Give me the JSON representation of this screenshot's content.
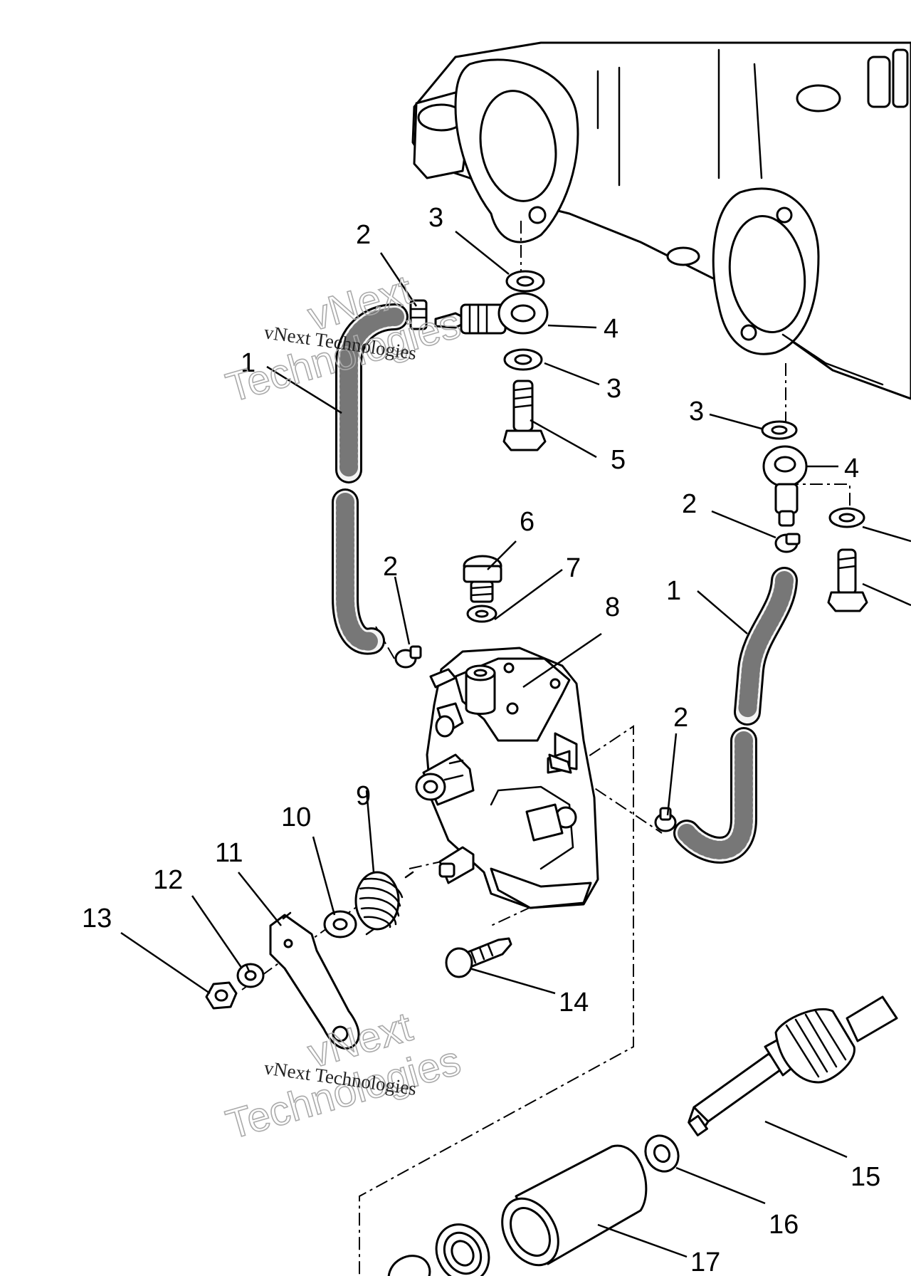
{
  "watermark": {
    "small_text": "vNext Technologies",
    "big_line1": "vNext",
    "big_line2": "Technologies"
  },
  "callouts": [
    {
      "id": "c1a",
      "label": "1"
    },
    {
      "id": "c1b",
      "label": "1"
    },
    {
      "id": "c2a",
      "label": "2"
    },
    {
      "id": "c2b",
      "label": "2"
    },
    {
      "id": "c2c",
      "label": "2"
    },
    {
      "id": "c2d",
      "label": "2"
    },
    {
      "id": "c3a",
      "label": "3"
    },
    {
      "id": "c3b",
      "label": "3"
    },
    {
      "id": "c3c",
      "label": "3"
    },
    {
      "id": "c4a",
      "label": "4"
    },
    {
      "id": "c4b",
      "label": "4"
    },
    {
      "id": "c5",
      "label": "5"
    },
    {
      "id": "c6",
      "label": "6"
    },
    {
      "id": "c7",
      "label": "7"
    },
    {
      "id": "c8",
      "label": "8"
    },
    {
      "id": "c9",
      "label": "9"
    },
    {
      "id": "c10",
      "label": "10"
    },
    {
      "id": "c11",
      "label": "11"
    },
    {
      "id": "c12",
      "label": "12"
    },
    {
      "id": "c13",
      "label": "13"
    },
    {
      "id": "c14",
      "label": "14"
    },
    {
      "id": "c15",
      "label": "15"
    },
    {
      "id": "c16",
      "label": "16"
    },
    {
      "id": "c17",
      "label": "17"
    }
  ]
}
